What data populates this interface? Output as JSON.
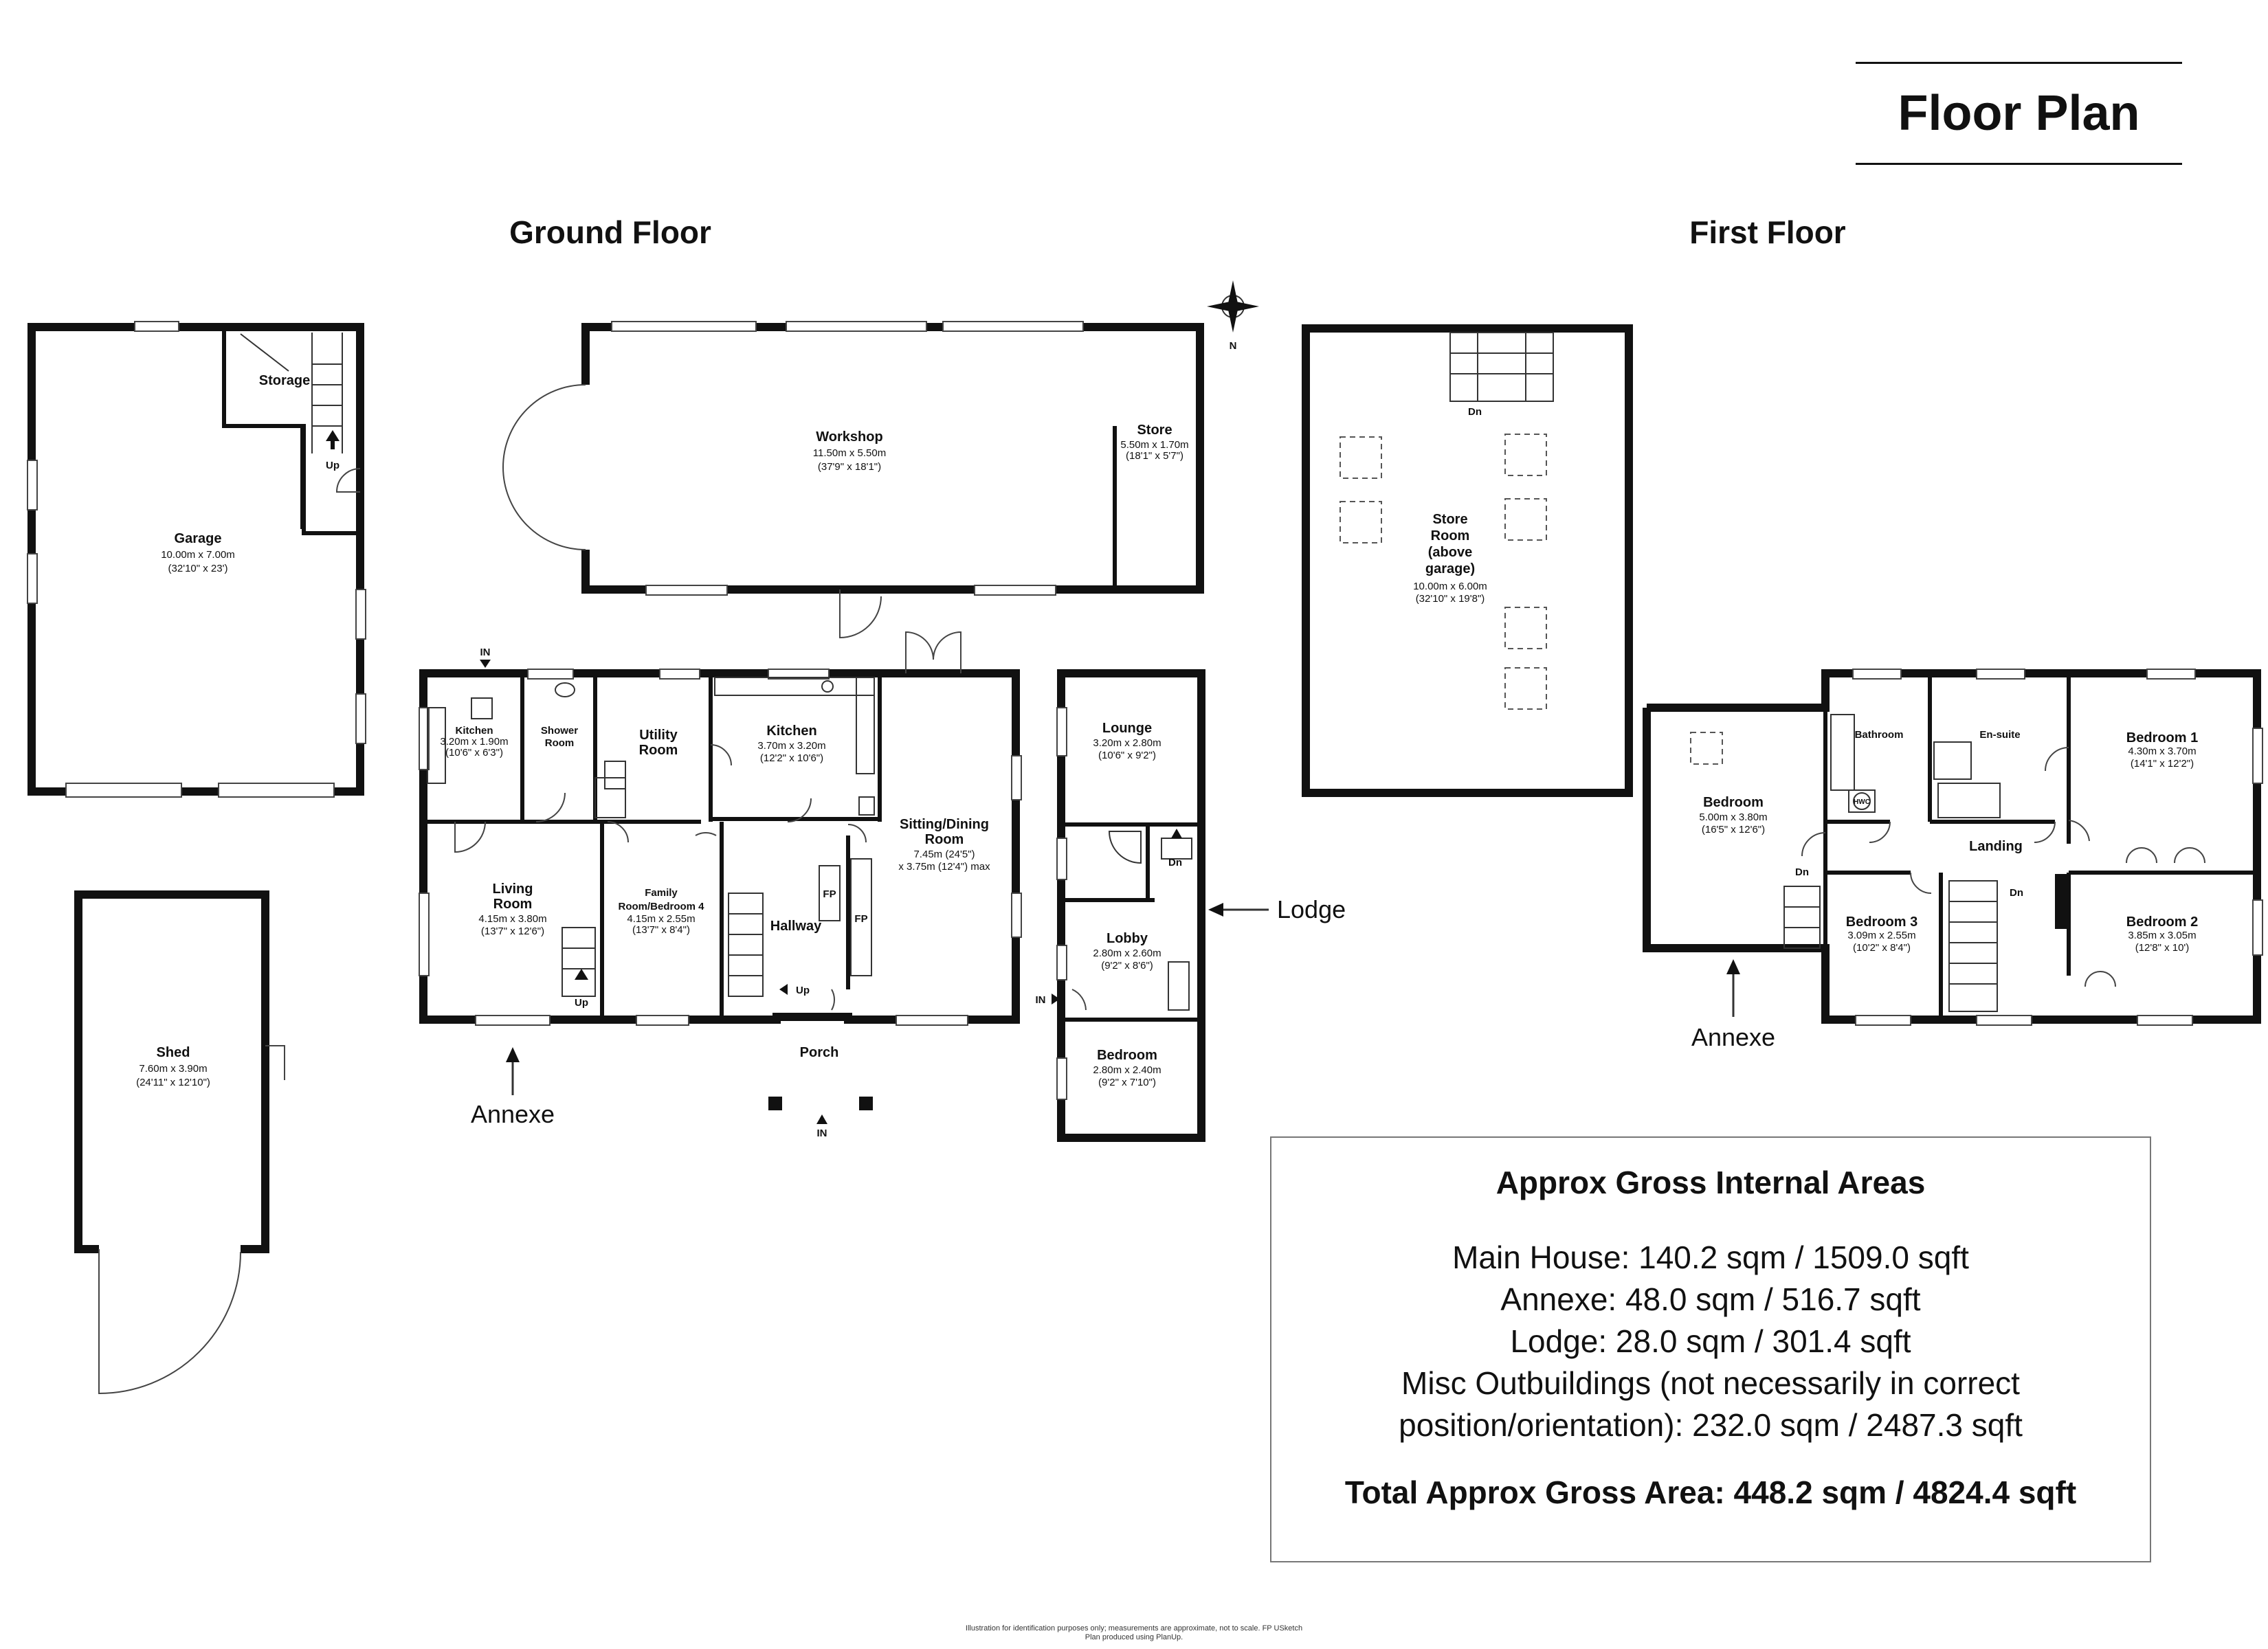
{
  "header": {
    "title": "Floor Plan"
  },
  "floors": {
    "ground": "Ground Floor",
    "first": "First Floor"
  },
  "rooms": {
    "garage": {
      "name": "Garage",
      "dim1": "10.00m x 7.00m",
      "dim2": "(32'10\" x 23')"
    },
    "storage": {
      "name": "Storage"
    },
    "workshop": {
      "name": "Workshop",
      "dim1": "11.50m x 5.50m",
      "dim2": "(37'9\" x 18'1\")"
    },
    "store": {
      "name": "Store",
      "dim1": "5.50m x 1.70m",
      "dim2": "(18'1\" x 5'7\")"
    },
    "shed": {
      "name": "Shed",
      "dim1": "7.60m x 3.90m",
      "dim2": "(24'11\" x 12'10\")"
    },
    "annexe_kitchen": {
      "name": "Kitchen",
      "dim1": "3.20m x 1.90m",
      "dim2": "(10'6\" x 6'3\")"
    },
    "shower_room": {
      "name1": "Shower",
      "name2": "Room"
    },
    "utility_room": {
      "name1": "Utility",
      "name2": "Room"
    },
    "kitchen": {
      "name": "Kitchen",
      "dim1": "3.70m x 3.20m",
      "dim2": "(12'2\" x 10'6\")"
    },
    "sitting_dining": {
      "name1": "Sitting/Dining",
      "name2": "Room",
      "dim1": "7.45m (24'5\")",
      "dim2": "x 3.75m (12'4\") max"
    },
    "living_room": {
      "name1": "Living",
      "name2": "Room",
      "dim1": "4.15m x 3.80m",
      "dim2": "(13'7\" x 12'6\")"
    },
    "family_room": {
      "name1": "Family",
      "name2": "Room/Bedroom 4",
      "dim1": "4.15m x 2.55m",
      "dim2": "(13'7\" x 8'4\")"
    },
    "hallway": {
      "name": "Hallway"
    },
    "porch": {
      "name": "Porch"
    },
    "lounge": {
      "name": "Lounge",
      "dim1": "3.20m x 2.80m",
      "dim2": "(10'6\" x 9'2\")"
    },
    "lobby": {
      "name": "Lobby",
      "dim1": "2.80m x 2.60m",
      "dim2": "(9'2\" x 8'6\")"
    },
    "lodge_bedroom": {
      "name": "Bedroom",
      "dim1": "2.80m x 2.40m",
      "dim2": "(9'2\" x 7'10\")"
    },
    "store_room": {
      "name1": "Store",
      "name2": "Room",
      "name3": "(above",
      "name4": "garage)",
      "dim1": "10.00m x 6.00m",
      "dim2": "(32'10\" x 19'8\")"
    },
    "annexe_bedroom": {
      "name": "Bedroom",
      "dim1": "5.00m x 3.80m",
      "dim2": "(16'5\" x 12'6\")"
    },
    "bathroom": {
      "name": "Bathroom"
    },
    "ensuite": {
      "name": "En-suite"
    },
    "bedroom1": {
      "name": "Bedroom 1",
      "dim1": "4.30m x 3.70m",
      "dim2": "(14'1\" x 12'2\")"
    },
    "landing": {
      "name": "Landing"
    },
    "bedroom3": {
      "name": "Bedroom 3",
      "dim1": "3.09m x 2.55m",
      "dim2": "(10'2\" x 8'4\")"
    },
    "bedroom2": {
      "name": "Bedroom 2",
      "dim1": "3.85m x 3.05m",
      "dim2": "(12'8\" x 10')"
    }
  },
  "labels": {
    "up": "Up",
    "dn": "Dn",
    "in": "IN",
    "fp": "FP",
    "hwc": "HWC",
    "lodge": "Lodge",
    "annexe": "Annexe",
    "north": "N"
  },
  "areas": {
    "title": "Approx Gross Internal Areas",
    "main_house": "Main House: 140.2 sqm / 1509.0 sqft",
    "annexe": "Annexe: 48.0 sqm / 516.7 sqft",
    "lodge": "Lodge: 28.0 sqm / 301.4 sqft",
    "misc1": "Misc Outbuildings (not necessarily in correct",
    "misc2": "position/orientation): 232.0 sqm / 2487.3 sqft",
    "total": "Total Approx Gross Area: 448.2 sqm / 4824.4 sqft"
  },
  "disclaimer": {
    "line1": "Illustration for identification purposes only; measurements are approximate, not to scale. FP USketch",
    "line2": "Plan produced using PlanUp."
  }
}
